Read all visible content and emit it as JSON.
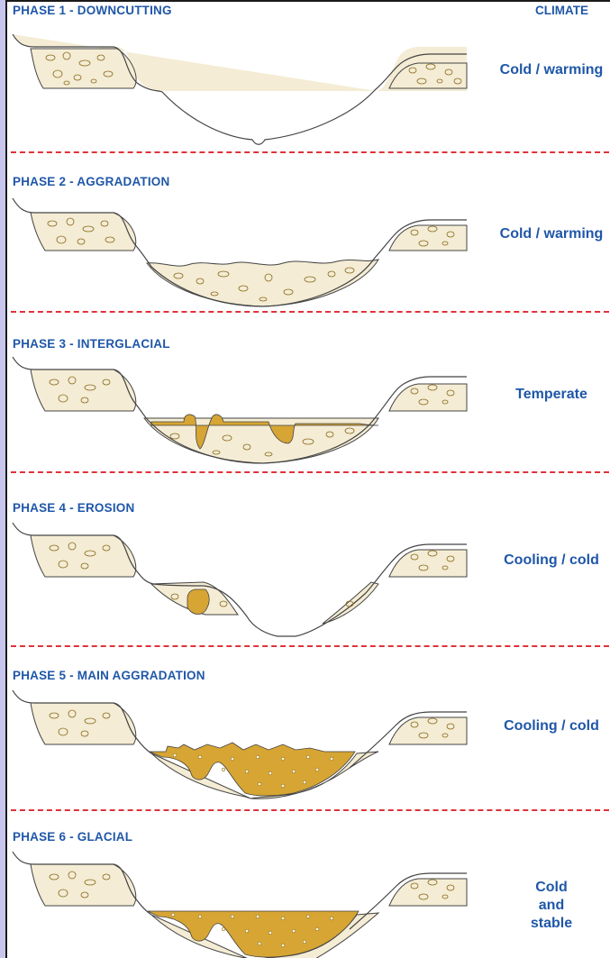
{
  "climate_header": "CLIMATE",
  "phases": [
    {
      "title": "PHASE 1 - DOWNCUTTING",
      "climate": "Cold / warming"
    },
    {
      "title": "PHASE 2 - AGGRADATION",
      "climate": "Cold / warming"
    },
    {
      "title": "PHASE 3 - INTERGLACIAL",
      "climate": "Temperate"
    },
    {
      "title": "PHASE 4 - EROSION",
      "climate": "Cooling / cold"
    },
    {
      "title": "PHASE 5 - MAIN AGGRADATION",
      "climate": "Cooling / cold"
    },
    {
      "title": "PHASE 6 - GLACIAL",
      "climate": "Cold\nand\nstable"
    }
  ],
  "colors": {
    "title_blue": "#1f57a8",
    "divider_red": "#e0323a",
    "gravel_fill": "#f4ecd4",
    "sediment_fill": "#d6a534",
    "pebble_stroke": "#8a6b1e",
    "outline": "#444444"
  }
}
